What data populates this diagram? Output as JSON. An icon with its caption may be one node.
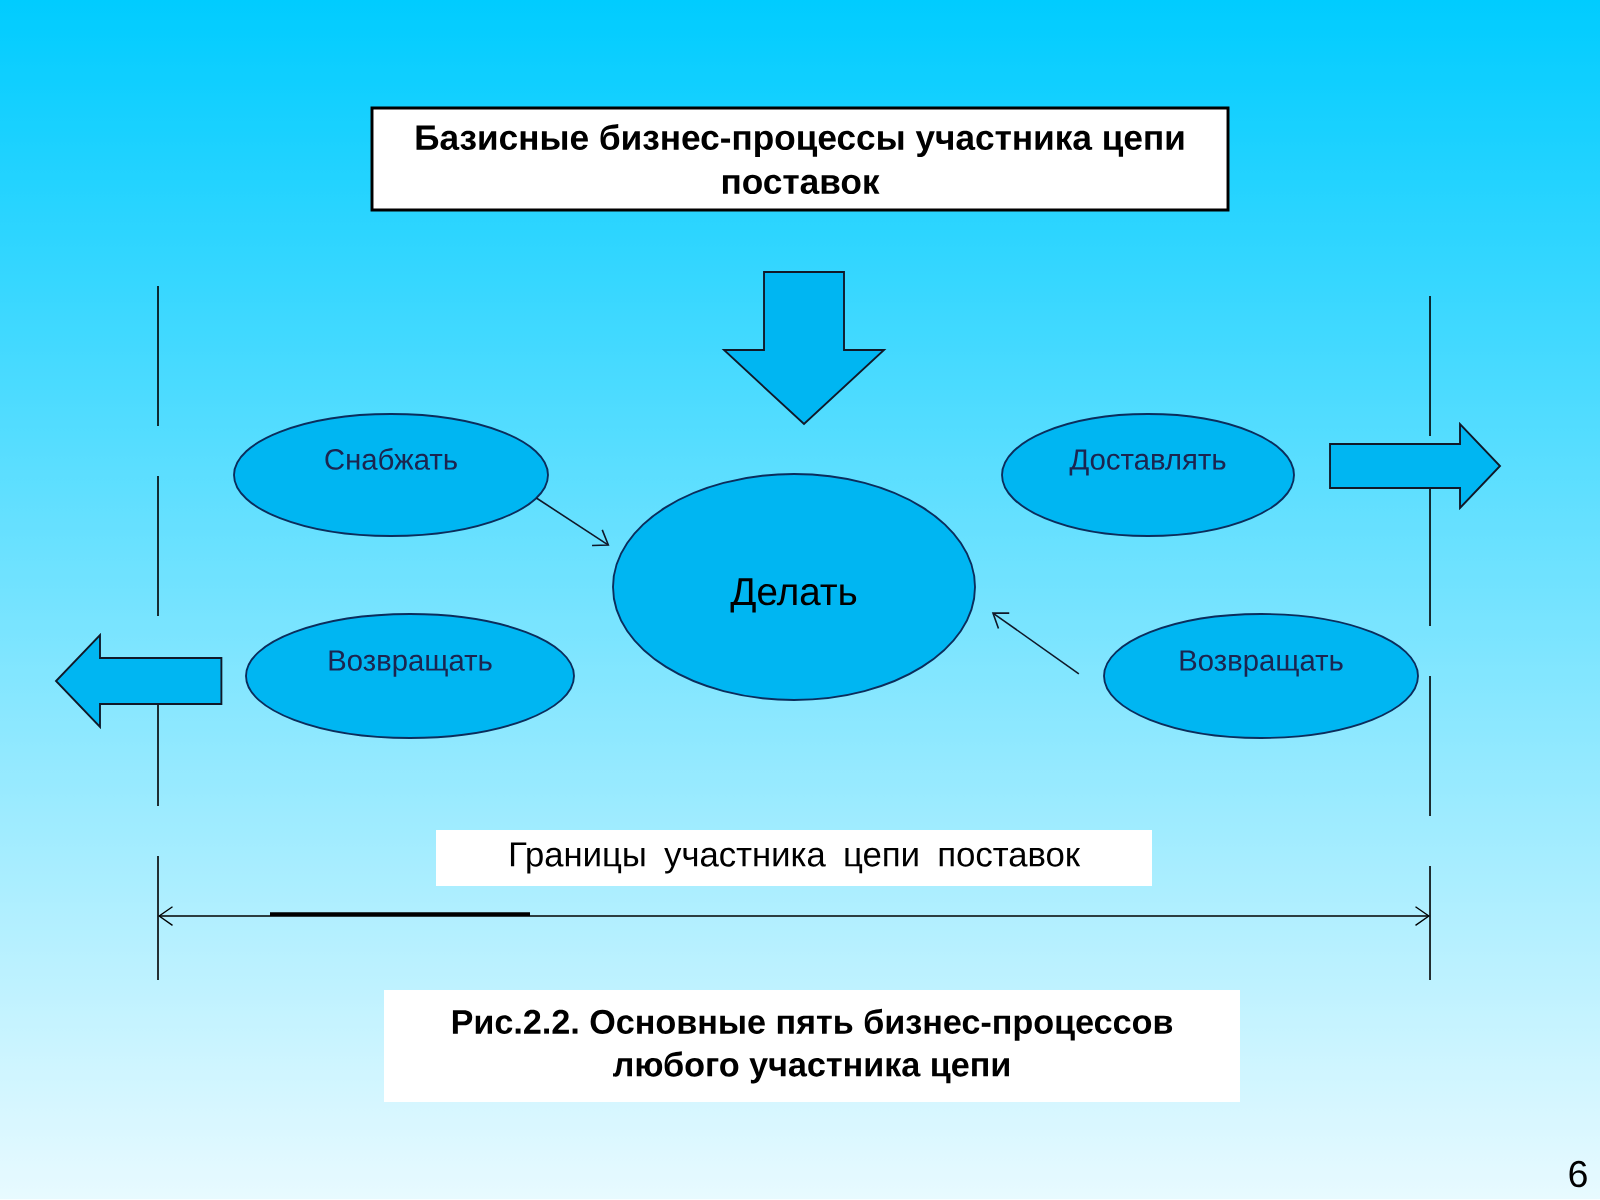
{
  "diagram": {
    "title": "Базисные бизнес-процессы участника цепи поставок",
    "caption": "Рис.2.2. Основные пять бизнес-процессов любого участника цепи",
    "nodes": [
      {
        "text": [
          "Снабжать"
        ]
      },
      {
        "text": [
          "Доставлять"
        ]
      },
      {
        "text": [
          "Делать"
        ]
      },
      {
        "text": [
          "Возвращать"
        ]
      },
      {
        "text": [
          "Возвращать"
        ]
      },
      {
        "text": [
          "Границы участника цепи поставок"
        ]
      }
    ],
    "edges": [
      {
        "from": null,
        "to": 2,
        "arrow": "to",
        "style": "thick"
      },
      {
        "from": 0,
        "to": 2,
        "arrow": "to"
      },
      {
        "from": 4,
        "to": 2,
        "arrow": "to"
      },
      {
        "from": 3,
        "to": null,
        "arrow": "to",
        "style": "thick"
      },
      {
        "from": 1,
        "to": null,
        "arrow": "to",
        "style": "thick"
      }
    ],
    "labels": [
      "6"
    ]
  }
}
